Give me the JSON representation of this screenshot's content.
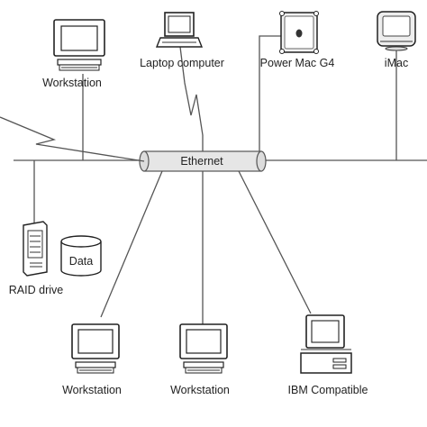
{
  "diagram": {
    "bus_label": "Ethernet",
    "nodes": {
      "workstation_top": "Workstation",
      "laptop": "Laptop computer",
      "power_mac": "Power Mac G4",
      "imac": "iMac",
      "raid": "RAID drive",
      "data": "Data",
      "workstation_bottom_left": "Workstation",
      "workstation_bottom_mid": "Workstation",
      "ibm": "IBM Compatible"
    },
    "icons": [
      "workstation-icon",
      "laptop-icon",
      "power-mac-icon",
      "imac-icon",
      "raid-drive-icon",
      "database-icon",
      "ibm-compatible-icon",
      "lightning-bolt-icon"
    ]
  }
}
